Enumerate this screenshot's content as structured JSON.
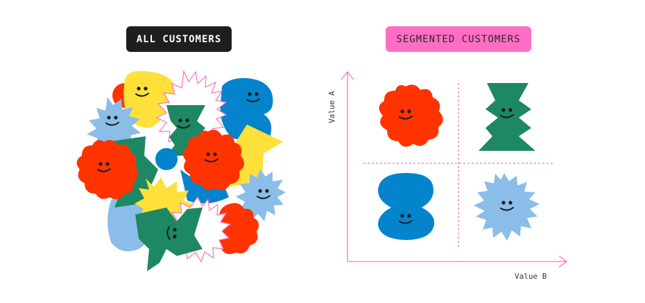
{
  "left_section": {
    "title": "ALL CUSTOMERS",
    "description": "Unsorted cluster of customer characters"
  },
  "right_section": {
    "title": "SEGMENTED CUSTOMERS",
    "y_axis_label": "Value A",
    "x_axis_label": "Value B",
    "quadrants": [
      {
        "position": "top-left",
        "shape": "red-flower"
      },
      {
        "position": "top-right",
        "shape": "green-zigzag"
      },
      {
        "position": "bottom-left",
        "shape": "blue-blob"
      },
      {
        "position": "bottom-right",
        "shape": "light-blue-starburst"
      }
    ]
  },
  "colors": {
    "red": "#ff3300",
    "yellow": "#ffe03a",
    "green": "#1e8763",
    "blue": "#0384cc",
    "light_blue": "#8bbde9",
    "pink": "#ff6ec4",
    "dark": "#1e1e1e",
    "face": "#1a1a1a"
  }
}
